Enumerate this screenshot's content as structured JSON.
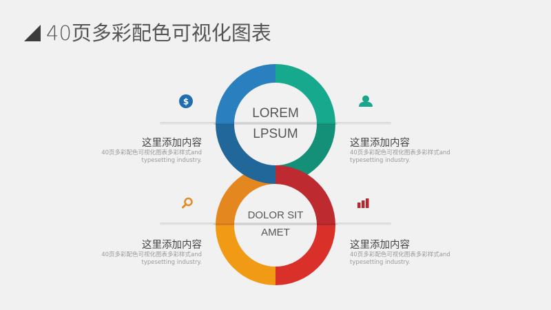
{
  "title": "40页多彩配色可视化图表",
  "rings": {
    "top": {
      "line1": "LOREM",
      "line2": "LPSUM",
      "colors": {
        "top_left": "#2a7fbf",
        "bottom_left": "#21679a",
        "top_right": "#17a98e",
        "bottom_right": "#139077"
      }
    },
    "bottom": {
      "line1": "DOLOR SIT",
      "line2": "AMET",
      "colors": {
        "top_left": "#e5871f",
        "bottom_left": "#f09a16",
        "top_right": "#bd2a2f",
        "bottom_right": "#d9302a"
      }
    }
  },
  "items": [
    {
      "id": "top-left",
      "icon": "dollar-icon",
      "icon_color": "#1f6fb0",
      "heading": "这里添加内容",
      "desc_line1": "40页多彩配色可视化图表多彩样式and",
      "desc_line2": "typesetting industry."
    },
    {
      "id": "top-right",
      "icon": "user-icon",
      "icon_color": "#1ba58c",
      "heading": "这里添加内容",
      "desc_line1": "40页多彩配色可视化图表多彩样式and",
      "desc_line2": "typesetting industry."
    },
    {
      "id": "bottom-left",
      "icon": "search-icon",
      "icon_color": "#e48a22",
      "heading": "这里添加内容",
      "desc_line1": "40页多彩配色可视化图表多彩样式and",
      "desc_line2": "typesetting industry."
    },
    {
      "id": "bottom-right",
      "icon": "bar-chart-icon",
      "icon_color": "#b8272d",
      "heading": "这里添加内容",
      "desc_line1": "40页多彩配色可视化图表多彩样式and",
      "desc_line2": "typesetting industry."
    }
  ]
}
